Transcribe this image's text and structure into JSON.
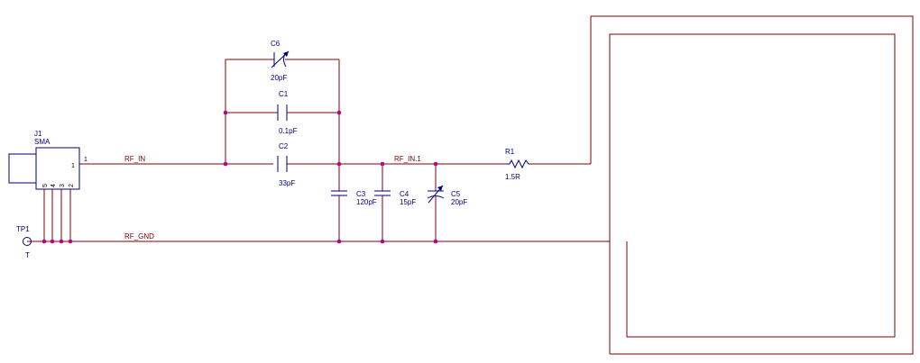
{
  "schematic": {
    "components": {
      "j1": {
        "ref": "J1",
        "value": "SMA",
        "pin1": "1",
        "pins": [
          "5",
          "4",
          "3",
          "2"
        ]
      },
      "c6": {
        "ref": "C6",
        "value": "20pF"
      },
      "c1": {
        "ref": "C1",
        "value": "0.1pF"
      },
      "c2": {
        "ref": "C2",
        "value": "33pF"
      },
      "c3": {
        "ref": "C3",
        "value": "120pF"
      },
      "c4": {
        "ref": "C4",
        "value": "15pF"
      },
      "c5": {
        "ref": "C5",
        "value": "20pF"
      },
      "r1": {
        "ref": "R1",
        "value": "1.5R"
      },
      "tp1": {
        "ref": "TP1",
        "value": "T"
      }
    },
    "nets": {
      "rf_in": "RF_IN",
      "rf_in_1": "RF_IN.1",
      "rf_gnd": "RF_GND"
    },
    "colors": {
      "wire": "#800000",
      "component": "#000080",
      "junction": "#c00080",
      "net_label": "#800000"
    }
  }
}
